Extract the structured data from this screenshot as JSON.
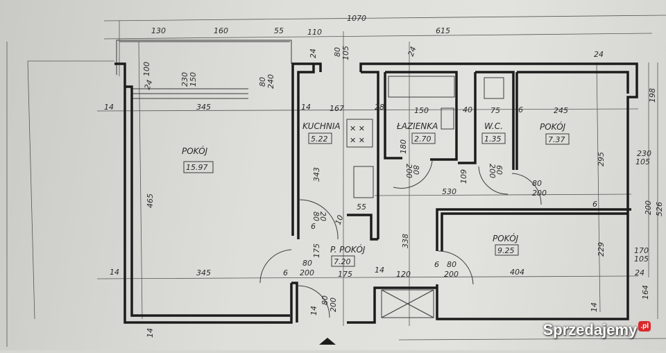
{
  "rooms": {
    "living": {
      "name": "POKÓJ",
      "area": "15.97"
    },
    "kitchen": {
      "name": "KUCHNIA",
      "area": "5.22"
    },
    "bathroom": {
      "name": "ŁAZIENKA",
      "area": "2.70"
    },
    "wc": {
      "name": "W.C.",
      "area": "1.35"
    },
    "room_ne": {
      "name": "POKÓJ",
      "area": "7.37"
    },
    "room_se": {
      "name": "POKÓJ",
      "area": "9.25"
    },
    "hall": {
      "name": "P. POKÓJ",
      "area": "7.20"
    }
  },
  "dims": {
    "total": "1070",
    "d130": "130",
    "d160": "160",
    "d55a": "55",
    "d110": "110",
    "d615": "615",
    "d24a": "24",
    "d100": "100",
    "d230a": "230",
    "d150a": "150",
    "d80a": "80",
    "d240": "240",
    "d24b": "24",
    "d80b": "80",
    "d105a": "105",
    "d24c": "24",
    "d24d": "24",
    "d198": "198",
    "d14a": "14",
    "d345a": "345",
    "d14b": "14",
    "d167": "167",
    "d28": "28",
    "d150b": "150",
    "d40": "40",
    "d75": "75",
    "d6a": "6",
    "d245": "245",
    "d343": "343",
    "d180": "180",
    "d80c": "80",
    "d200a": "200",
    "d109": "109",
    "d60": "60",
    "d200b": "200",
    "d80d": "80",
    "d200c": "200",
    "d530": "530",
    "d295": "295",
    "d230b": "230",
    "d105b": "105",
    "d200d": "200",
    "d526": "526",
    "d465": "465",
    "d55b": "55",
    "d20": "20",
    "d80e": "80",
    "d6b": "6",
    "d10": "10",
    "d175a": "175",
    "d338": "338",
    "d6c": "6",
    "d229": "229",
    "d170": "170",
    "d105c": "105",
    "d14c": "14",
    "d345b": "345",
    "d80f": "80",
    "d200e": "200",
    "d6d": "6",
    "d175b": "175",
    "d14d": "14",
    "d120": "120",
    "d6e": "6",
    "d80g": "80",
    "d200f": "200",
    "d404": "404",
    "d24e": "24",
    "d164": "164",
    "d14e": "14",
    "d14f": "14",
    "d14g": "14",
    "d200g": "200",
    "d80h": "80"
  },
  "watermark": {
    "brand": "Sprzedajemy",
    "tld": ".pl"
  }
}
